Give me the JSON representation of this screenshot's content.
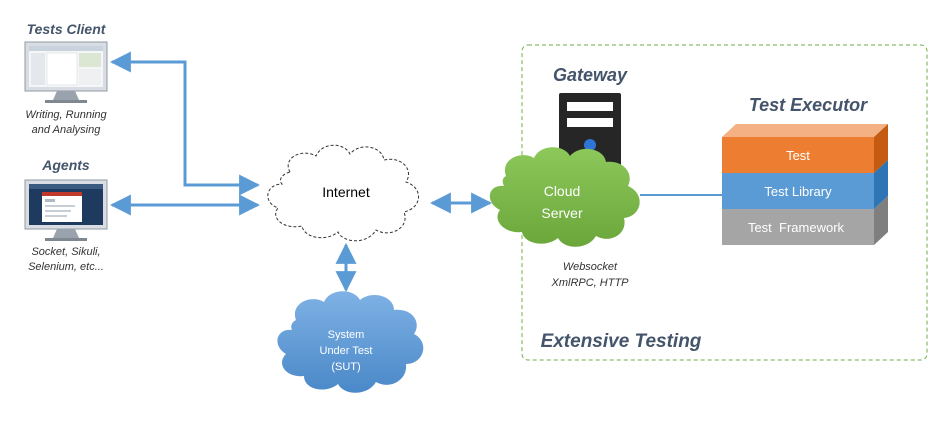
{
  "tests_client": {
    "title": "Tests Client",
    "caption_line1": "Writing, Running",
    "caption_line2": "and Analysing"
  },
  "agents": {
    "title": "Agents",
    "caption_line1": "Socket, Sikuli,",
    "caption_line2": "Selenium, etc..."
  },
  "internet": {
    "label": "Internet"
  },
  "sut": {
    "line1": "System",
    "line2": "Under Test",
    "line3": "(SUT)"
  },
  "extensive_testing": {
    "label": "Extensive Testing",
    "gateway_title": "Gateway",
    "cloud_line1": "Cloud",
    "cloud_line2": "Server",
    "protocols_line1": "Websocket",
    "protocols_line2": "XmlRPC, HTTP"
  },
  "test_executor": {
    "title": "Test Executor",
    "layers": [
      "Test",
      "Test Library",
      "Test  Framework"
    ]
  },
  "colors": {
    "title_text": "#44546a",
    "arrow": "#5b9bd5",
    "dashed_border": "#70ad47",
    "cloud_green": "#7ab648",
    "cloud_blue": "#5b9bd5",
    "layer_test": "#ed7d31",
    "layer_library": "#5b9bd5",
    "layer_framework": "#a5a5a5",
    "server": "#262626"
  }
}
